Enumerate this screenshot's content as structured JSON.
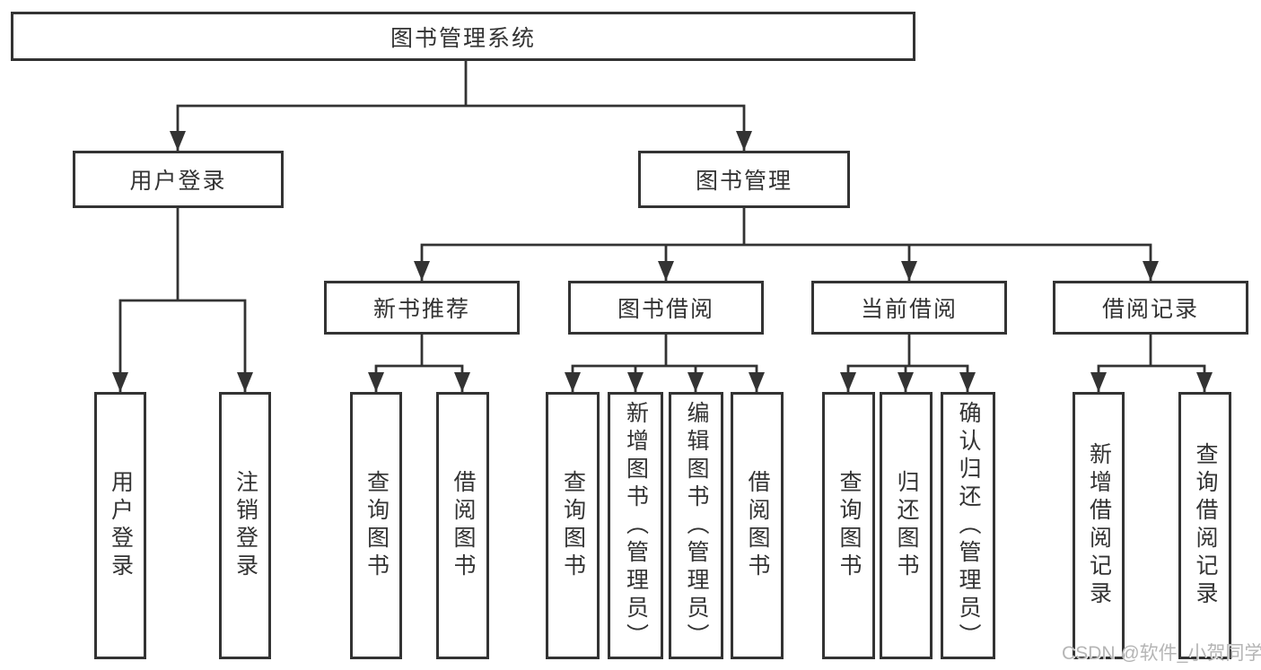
{
  "colors": {
    "line": "#333333",
    "text": "#333333",
    "background": "#ffffff",
    "watermark": "#b5b5b5"
  },
  "tree": {
    "label": "图书管理系统",
    "children": [
      {
        "label": "用户登录",
        "children": [
          {
            "label": "用户登录"
          },
          {
            "label": "注销登录"
          }
        ]
      },
      {
        "label": "图书管理",
        "children": [
          {
            "label": "新书推荐",
            "children": [
              {
                "label": "查询图书"
              },
              {
                "label": "借阅图书"
              }
            ]
          },
          {
            "label": "图书借阅",
            "children": [
              {
                "label": "查询图书"
              },
              {
                "label": "新增图书（管理员）"
              },
              {
                "label": "编辑图书（管理员）"
              },
              {
                "label": "借阅图书"
              }
            ]
          },
          {
            "label": "当前借阅",
            "children": [
              {
                "label": "查询图书"
              },
              {
                "label": "归还图书"
              },
              {
                "label": "确认归还（管理员）"
              }
            ]
          },
          {
            "label": "借阅记录",
            "children": [
              {
                "label": "新增借阅记录"
              },
              {
                "label": "查询借阅记录"
              }
            ]
          }
        ]
      }
    ]
  },
  "watermark": {
    "text": "CSDN @软件_小贺同学"
  }
}
